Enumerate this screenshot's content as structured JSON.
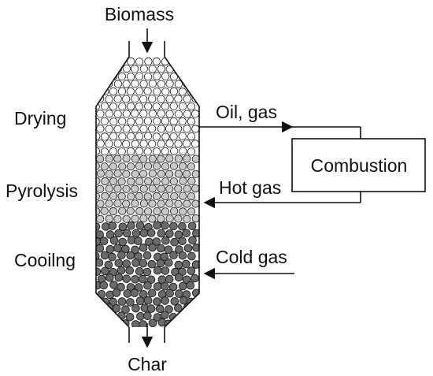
{
  "labels": {
    "input": "Biomass",
    "output": "Char",
    "zone_drying": "Drying",
    "zone_pyrolysis": "Pyrolysis",
    "zone_cooling": "Cooilng",
    "oil_gas": "Oil, gas",
    "hot_gas": "Hot gas",
    "cold_gas": "Cold gas",
    "combustion": "Combustion"
  },
  "colors": {
    "line": "#111111",
    "drying_particle": "#ffffff",
    "pyrolysis_particle": "#c8c8c8",
    "cooling_particle": "#6a6a6a",
    "background": "#ffffff"
  }
}
